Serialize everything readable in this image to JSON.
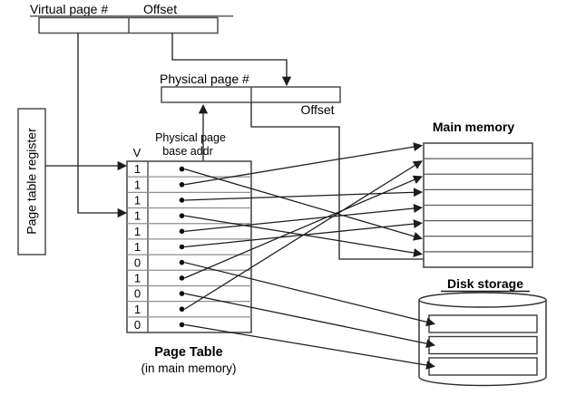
{
  "virtual_address": {
    "page_label": "Virtual page #",
    "offset_label": "Offset"
  },
  "physical_address": {
    "page_label": "Physical page #",
    "offset_label": "Offset"
  },
  "page_table_register": {
    "label": "Page table register"
  },
  "page_table": {
    "v_header": "V",
    "addr_header_line1": "Physical page",
    "addr_header_line2": "base addr",
    "caption": "Page Table",
    "caption_sub": "(in main memory)",
    "valid_bits": [
      "1",
      "1",
      "1",
      "1",
      "1",
      "1",
      "0",
      "1",
      "0",
      "1",
      "0"
    ]
  },
  "main_memory": {
    "label": "Main memory",
    "row_count": 8
  },
  "disk": {
    "label": "Disk storage",
    "sector_count": 3
  },
  "mappings": {
    "to_memory": [
      {
        "page_table_row": 1,
        "memory_row": 7
      },
      {
        "page_table_row": 2,
        "memory_row": 1
      },
      {
        "page_table_row": 3,
        "memory_row": 4
      },
      {
        "page_table_row": 4,
        "memory_row": 8
      },
      {
        "page_table_row": 5,
        "memory_row": 5
      },
      {
        "page_table_row": 6,
        "memory_row": 6
      },
      {
        "page_table_row": 8,
        "memory_row": 3
      },
      {
        "page_table_row": 10,
        "memory_row": 2
      }
    ],
    "to_disk": [
      {
        "page_table_row": 7,
        "sector": 1
      },
      {
        "page_table_row": 9,
        "sector": 2
      },
      {
        "page_table_row": 11,
        "sector": 3
      }
    ]
  },
  "colors": {
    "line": "#1c1c1c",
    "box_border": "#4d4d4d",
    "pt_row_divider": "#8f8f8f",
    "mm_row_divider": "#5a5a5a",
    "text": "#000000",
    "background": "#ffffff"
  }
}
